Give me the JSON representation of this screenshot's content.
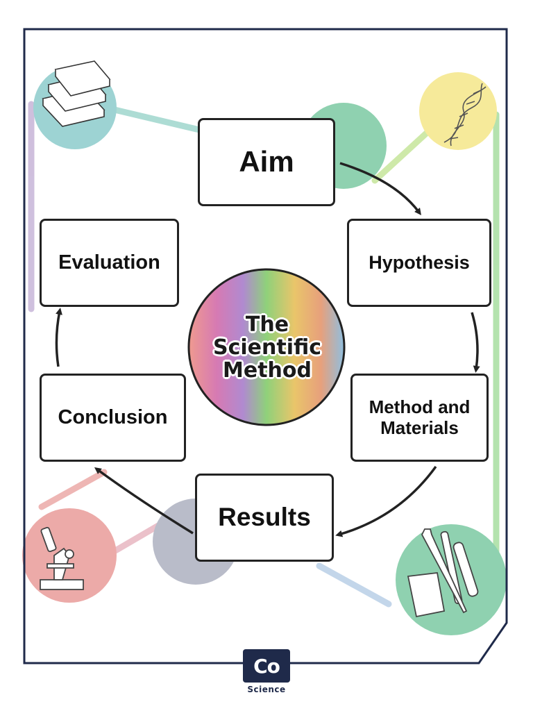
{
  "diagram": {
    "center_title": "The\nScientific\nMethod",
    "steps": [
      {
        "id": "aim",
        "label": "Aim"
      },
      {
        "id": "hypothesis",
        "label": "Hypothesis"
      },
      {
        "id": "method",
        "label": "Method and Materials"
      },
      {
        "id": "results",
        "label": "Results"
      },
      {
        "id": "conclusion",
        "label": "Conclusion"
      },
      {
        "id": "evaluation",
        "label": "Evaluation"
      }
    ],
    "icons": [
      "books-icon",
      "dna-icon",
      "lab-glassware-icon",
      "microscope-icon"
    ],
    "colors": {
      "border": "#1f2a4a",
      "teal": "#9dd3d3",
      "mint": "#8fd1b0",
      "yellow": "#f6ea9a",
      "pink": "#ecaaa8",
      "grey": "#b9bcc9",
      "lilac": "#c7b5d8"
    }
  },
  "brand": {
    "logo_text": "Co",
    "caption": "Science"
  }
}
